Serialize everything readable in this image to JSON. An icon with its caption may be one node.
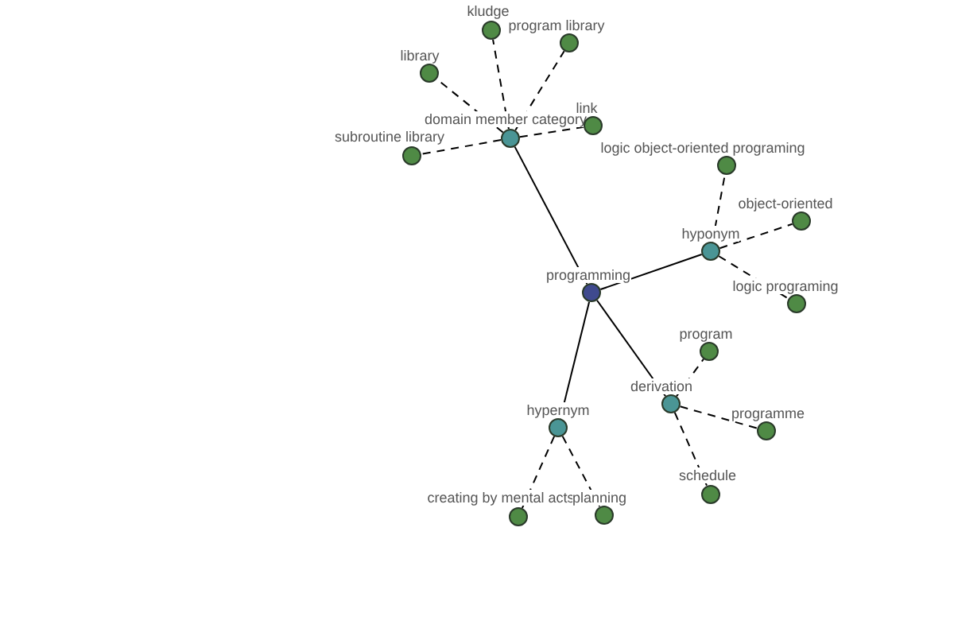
{
  "diagram": {
    "nodes": [
      {
        "text": [
          "programming"
        ]
      },
      {
        "text": [
          "domain member category"
        ]
      },
      {
        "text": [
          "kludge"
        ]
      },
      {
        "text": [
          "program library"
        ]
      },
      {
        "text": [
          "library"
        ]
      },
      {
        "text": [
          "link"
        ]
      },
      {
        "text": [
          "subroutine library"
        ]
      },
      {
        "text": [
          "hyponym"
        ]
      },
      {
        "text": [
          "logic object-oriented programing"
        ]
      },
      {
        "text": [
          "object-oriented"
        ]
      },
      {
        "text": [
          "logic programing"
        ]
      },
      {
        "text": [
          "hypernym"
        ]
      },
      {
        "text": [
          "creating by mental acts"
        ]
      },
      {
        "text": [
          "planning"
        ]
      },
      {
        "text": [
          "derivation"
        ]
      },
      {
        "text": [
          "program"
        ]
      },
      {
        "text": [
          "programme"
        ]
      },
      {
        "text": [
          "schedule"
        ]
      }
    ],
    "edges": [
      {
        "from": 0,
        "to": 1,
        "arrow": "none"
      },
      {
        "from": 1,
        "to": 2,
        "arrow": "none",
        "style": "dashed"
      },
      {
        "from": 1,
        "to": 3,
        "arrow": "none",
        "style": "dashed"
      },
      {
        "from": 1,
        "to": 4,
        "arrow": "none",
        "style": "dashed"
      },
      {
        "from": 1,
        "to": 5,
        "arrow": "none",
        "style": "dashed"
      },
      {
        "from": 1,
        "to": 6,
        "arrow": "none",
        "style": "dashed"
      },
      {
        "from": 0,
        "to": 7,
        "arrow": "none"
      },
      {
        "from": 7,
        "to": 8,
        "arrow": "none",
        "style": "dashed"
      },
      {
        "from": 7,
        "to": 9,
        "arrow": "none",
        "style": "dashed"
      },
      {
        "from": 7,
        "to": 10,
        "arrow": "none",
        "style": "dashed"
      },
      {
        "from": 0,
        "to": 11,
        "arrow": "none"
      },
      {
        "from": 11,
        "to": 12,
        "arrow": "none",
        "style": "dashed"
      },
      {
        "from": 11,
        "to": 13,
        "arrow": "none",
        "style": "dashed"
      },
      {
        "from": 0,
        "to": 14,
        "arrow": "none"
      },
      {
        "from": 14,
        "to": 15,
        "arrow": "none",
        "style": "dashed"
      },
      {
        "from": 14,
        "to": 16,
        "arrow": "none",
        "style": "dashed"
      },
      {
        "from": 14,
        "to": 17,
        "arrow": "none",
        "style": "dashed"
      }
    ]
  }
}
